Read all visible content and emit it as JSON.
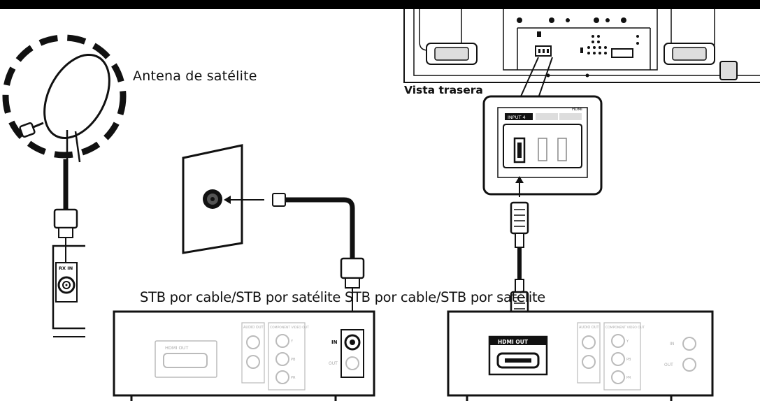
{
  "labels": {
    "satellite_antenna": "Antena de satélite",
    "rear_view": "Vista trasera",
    "stb_caption": "STB por cable/STB por satélite STB por cable/STB por satélite"
  },
  "tv_panel": {
    "input_label": "INPUT 4",
    "hdmi_tag": "HDMI"
  },
  "left_box": {
    "port_label": "RX IN"
  },
  "stb_left": {
    "hdmi_label": "HDMI OUT",
    "audio_label": "AUDIO OUT",
    "component_label": "COMPONENT VIDEO OUT",
    "in_label": "IN",
    "out_label": "OUT"
  },
  "stb_right": {
    "hdmi_label": "HDMI OUT",
    "audio_label": "AUDIO OUT",
    "component_label": "COMPONENT VIDEO OUT",
    "in_label": "IN",
    "out_label": "OUT"
  },
  "component_ports": [
    "Y",
    "PB",
    "PR"
  ]
}
